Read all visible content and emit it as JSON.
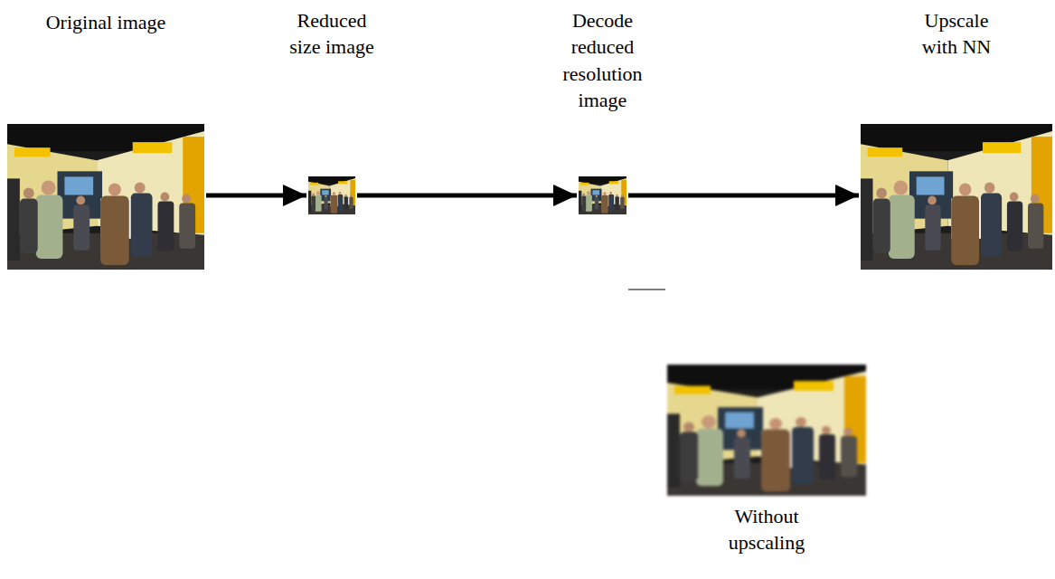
{
  "diagram": {
    "nodes": [
      {
        "text": [
          "Original image"
        ]
      },
      {
        "text": [
          "Reduced size image"
        ]
      },
      {
        "text": [
          "Decode reduced resolution image"
        ]
      },
      {
        "text": [
          "Upscale with NN"
        ]
      },
      {
        "text": [
          "Without upscaling"
        ]
      }
    ],
    "edges": [
      {
        "from": 0,
        "to": 1,
        "arrow": "to"
      },
      {
        "from": 1,
        "to": 2,
        "arrow": "to"
      },
      {
        "from": 2,
        "to": 3,
        "arrow": "to"
      },
      {
        "from": 2,
        "to": 4,
        "arrow": "none"
      }
    ]
  }
}
